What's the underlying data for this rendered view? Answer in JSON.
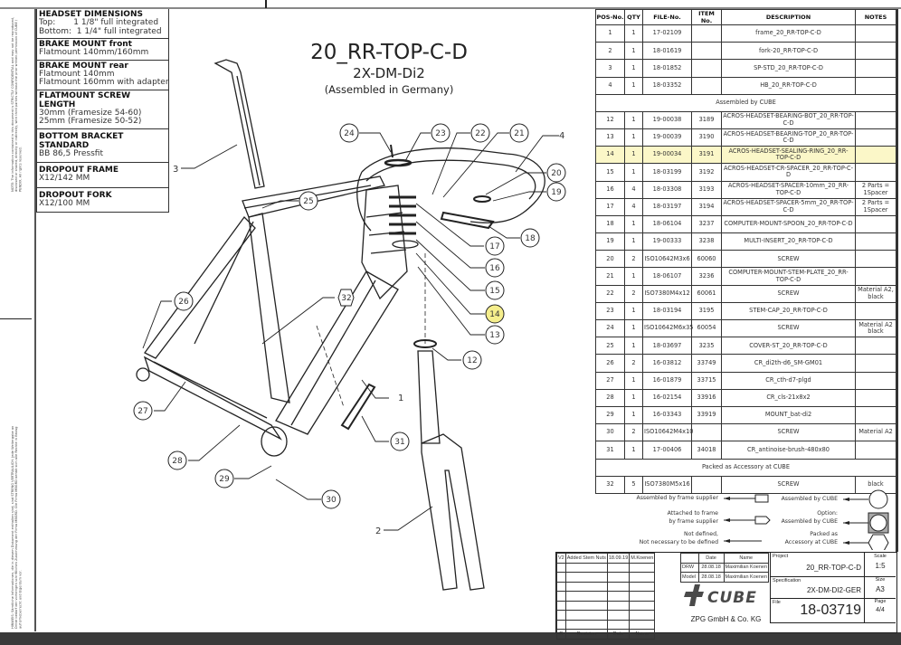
{
  "drawing": {
    "title": "20_RR-TOP-C-D",
    "subtitle": "2X-DM-Di2",
    "note": "(Assembled in Germany)"
  },
  "spec_box": [
    {
      "heading": "HEADSET DIMENSIONS",
      "lines": [
        "Top:       1 1/8\" full integrated",
        "Bottom:  1 1/4\" full integrated"
      ]
    },
    {
      "heading": "BRAKE MOUNT front",
      "lines": [
        "Flatmount 140mm/160mm"
      ]
    },
    {
      "heading": "BRAKE MOUNT rear",
      "lines": [
        "Flatmount 140mm",
        "Flatmount 160mm with adapter"
      ]
    },
    {
      "heading": "FLATMOUNT SCREW LENGTH",
      "lines": [
        "30mm (Framesize 54-60)",
        "25mm (Framesize 50-52)"
      ]
    },
    {
      "heading": "BOTTOM BRACKET STANDARD",
      "lines": [
        "BB 86,5 Pressfit"
      ]
    },
    {
      "heading": "DROPOUT FRAME",
      "lines": [
        "X12/142 MM"
      ]
    },
    {
      "heading": "DROPOUT FORK",
      "lines": [
        "X12/100 MM"
      ]
    }
  ],
  "side_notes": {
    "top": "NOTE: The information contained in this document is STRICTLY CONFIDENTIAL and may not be reproduced, disclosed or shared, directly or indirectly, with third parties without the prior written permission of CUBE / PENDIX. All rights reserved.",
    "bottom": "HINWEIS: Sämtliche Informationen, die in diesem Dokument enthalten sind, sind STRENG VERTRAULICH. Jede Weitergabe an Dritte bedarf der vorherigen schriftlichen Zustimmung der Firma MBGRD. Die Firma MBGRD behält sich alle Rechte in Bezug auf Urheberrecht und Eigentum vor."
  },
  "bom": {
    "headers": [
      "POS-No.",
      "QTY",
      "FILE-No.",
      "ITEM No.",
      "DESCRIPTION",
      "NOTES"
    ],
    "highlight_color": "#fbf7c8",
    "rows": [
      {
        "pos": "1",
        "qty": "1",
        "file": "17-02109",
        "item": "",
        "desc": "frame_20_RR-TOP-C-D",
        "notes": ""
      },
      {
        "pos": "2",
        "qty": "1",
        "file": "18-01619",
        "item": "",
        "desc": "fork-20_RR-TOP-C-D",
        "notes": ""
      },
      {
        "pos": "3",
        "qty": "1",
        "file": "18-01852",
        "item": "",
        "desc": "SP-STD_20_RR-TOP-C-D",
        "notes": ""
      },
      {
        "pos": "4",
        "qty": "1",
        "file": "18-03352",
        "item": "",
        "desc": "HB_20_RR-TOP-C-D",
        "notes": ""
      },
      {
        "group": "Assembled by CUBE"
      },
      {
        "pos": "12",
        "qty": "1",
        "file": "19-00038",
        "item": "3189",
        "desc": "ACROS-HEADSET-BEARING-BOT_20_RR-TOP-C-D",
        "notes": ""
      },
      {
        "pos": "13",
        "qty": "1",
        "file": "19-00039",
        "item": "3190",
        "desc": "ACROS-HEADSET-BEARING-TOP_20_RR-TOP-C-D",
        "notes": ""
      },
      {
        "pos": "14",
        "qty": "1",
        "file": "19-00034",
        "item": "3191",
        "desc": "ACROS-HEADSET-SEALING-RING_20_RR-TOP-C-D",
        "notes": "",
        "highlight": true
      },
      {
        "pos": "15",
        "qty": "1",
        "file": "18-03199",
        "item": "3192",
        "desc": "ACROS-HEADSET-CR-SPACER_20_RR-TOP-C-D",
        "notes": ""
      },
      {
        "pos": "16",
        "qty": "4",
        "file": "18-03308",
        "item": "3193",
        "desc": "ACROS-HEADSET-SPACER-10mm_20_RR-TOP-C-D",
        "notes": "2 Parts = 1Spacer"
      },
      {
        "pos": "17",
        "qty": "4",
        "file": "18-03197",
        "item": "3194",
        "desc": "ACROS-HEADSET-SPACER-5mm_20_RR-TOP-C-D",
        "notes": "2 Parts = 1Spacer"
      },
      {
        "pos": "18",
        "qty": "1",
        "file": "18-06104",
        "item": "3237",
        "desc": "COMPUTER-MOUNT-SPOON_20_RR-TOP-C-D",
        "notes": ""
      },
      {
        "pos": "19",
        "qty": "1",
        "file": "19-00333",
        "item": "3238",
        "desc": "MULTI-INSERT_20_RR-TOP-C-D",
        "notes": ""
      },
      {
        "pos": "20",
        "qty": "2",
        "file": "ISO10642M3x6",
        "item": "60060",
        "desc": "SCREW",
        "notes": ""
      },
      {
        "pos": "21",
        "qty": "1",
        "file": "18-06107",
        "item": "3236",
        "desc": "COMPUTER-MOUNT-STEM-PLATE_20_RR-TOP-C-D",
        "notes": ""
      },
      {
        "pos": "22",
        "qty": "2",
        "file": "ISO7380M4x12",
        "item": "60061",
        "desc": "SCREW",
        "notes": "Material A2, black"
      },
      {
        "pos": "23",
        "qty": "1",
        "file": "18-03194",
        "item": "3195",
        "desc": "STEM-CAP_20_RR-TOP-C-D",
        "notes": ""
      },
      {
        "pos": "24",
        "qty": "1",
        "file": "ISO10642M6x35",
        "item": "60054",
        "desc": "SCREW",
        "notes": "Material A2 black"
      },
      {
        "pos": "25",
        "qty": "1",
        "file": "18-03697",
        "item": "3235",
        "desc": "COVER-ST_20_RR-TOP-C-D",
        "notes": ""
      },
      {
        "pos": "26",
        "qty": "2",
        "file": "16-03812",
        "item": "33749",
        "desc": "CR_di2th-d6_SM-GM01",
        "notes": ""
      },
      {
        "pos": "27",
        "qty": "1",
        "file": "16-01879",
        "item": "33715",
        "desc": "CR_cth-d7-plgd",
        "notes": ""
      },
      {
        "pos": "28",
        "qty": "1",
        "file": "16-02154",
        "item": "33916",
        "desc": "CR_cls-21x8x2",
        "notes": ""
      },
      {
        "pos": "29",
        "qty": "1",
        "file": "16-03343",
        "item": "33919",
        "desc": "MOUNT_bat-di2",
        "notes": ""
      },
      {
        "pos": "30",
        "qty": "2",
        "file": "ISO10642M4x10",
        "item": "",
        "desc": "SCREW",
        "notes": "Material A2"
      },
      {
        "pos": "31",
        "qty": "1",
        "file": "17-00406",
        "item": "34018",
        "desc": "CR_antinoise-brush-480x80",
        "notes": ""
      },
      {
        "group": "Packed as Accessory at CUBE"
      },
      {
        "pos": "32",
        "qty": "5",
        "file": "ISO7380M5x16",
        "item": "",
        "desc": "SCREW",
        "notes": "black"
      }
    ]
  },
  "legend": {
    "assembled_frame_supplier": "Assembled by frame supplier",
    "attached_frame_supplier_1": "Attached to frame",
    "attached_frame_supplier_2": "by frame supplier",
    "not_defined_1": "Not defined,",
    "not_defined_2": "Not necessary to be defined",
    "assembled_cube": "Assembled by CUBE",
    "option_1": "Option:",
    "option_2": "Assembled by CUBE",
    "packed_1": "Packed as",
    "packed_2": "Accessory at CUBE"
  },
  "title_block": {
    "revisions": [
      {
        "rev": "V2",
        "text": "Added Stem Nuts",
        "date": "18.09.19",
        "name": "M.Koenen"
      }
    ],
    "rev_headers": {
      "r": "R",
      "revision": "Revision",
      "date": "Date",
      "name": "Name"
    },
    "drw": {
      "label": "DRW",
      "date": "28.08.18",
      "name": "Maximilian Koenen"
    },
    "model": {
      "label": "Model",
      "date": "28.08.18",
      "name": "Maximilian Koenen"
    },
    "date_header": "Date",
    "name_header": "Name",
    "company_logo": "CUBE",
    "company": "ZPG GmbH & Co. KG",
    "project_label": "Project",
    "project": "20_RR-TOP-C-D",
    "spec_label": "Specification",
    "spec": "2X-DM-DI2-GER",
    "file_label": "File",
    "file": "18-03719",
    "scale_label": "Scale",
    "scale": "1:5",
    "size_label": "Size",
    "size": "A3",
    "page_label": "Page",
    "page": "4/4",
    "accent_color": "#555555"
  },
  "callouts": {
    "c1": "1",
    "c2": "2",
    "c3": "3",
    "c4": "4",
    "c12": "12",
    "c13": "13",
    "c14": "14",
    "c15": "15",
    "c16": "16",
    "c17": "17",
    "c18": "18",
    "c19": "19",
    "c20": "20",
    "c21": "21",
    "c22": "22",
    "c23": "23",
    "c24": "24",
    "c25": "25",
    "c26": "26",
    "c27": "27",
    "c28": "28",
    "c29": "29",
    "c30": "30",
    "c31": "31",
    "c32": "32",
    "highlight_color": "#f5ee8c"
  }
}
